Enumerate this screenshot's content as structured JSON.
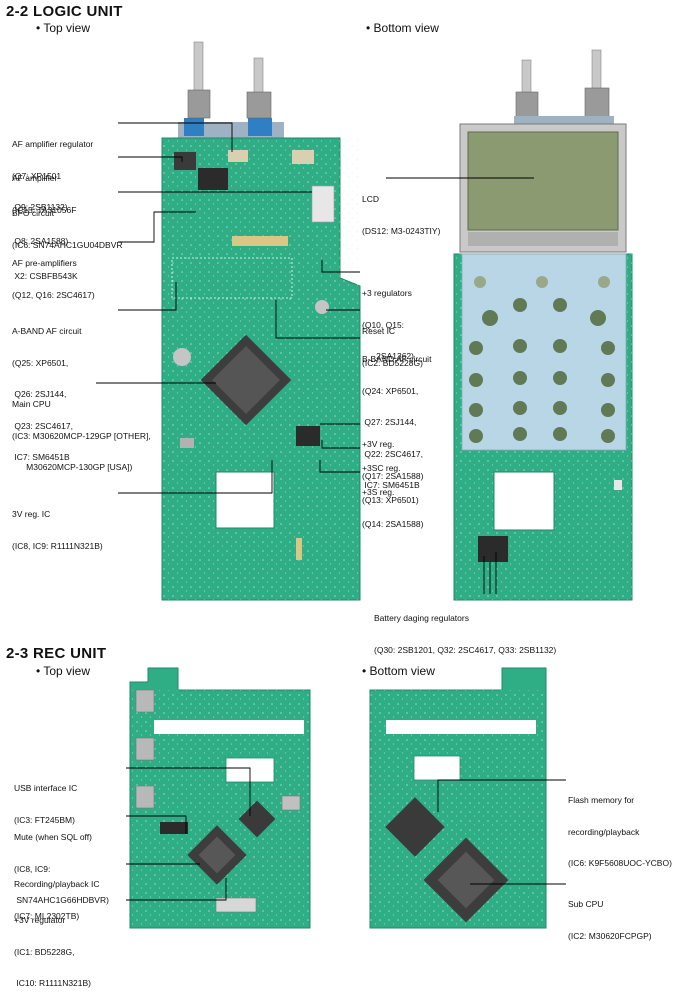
{
  "sections": {
    "logic": {
      "title": "2-2  LOGIC UNIT",
      "top_view": "• Top view",
      "bottom_view": "• Bottom view"
    },
    "rec": {
      "title": "2-3  REC UNIT",
      "top_view": "• Top view",
      "bottom_view": "• Bottom view"
    }
  },
  "logic_labels": {
    "af_amp_reg": {
      "title": "AF amplifier regulator",
      "l1": "(Q7: XP1501",
      "l2": " Q9: 2SB1132)"
    },
    "af_amp": {
      "title": "AF amplifier",
      "l1": "(IC15: TA31056F",
      "l2": " Q8: 2SA1588)"
    },
    "bfo": {
      "title": "BFO circuit",
      "l1": "(IC6: SN74AHC1GU04DBVR",
      "l2": " X2: CSBFB543K"
    },
    "af_preamp": {
      "title": "AF pre-amplifiers",
      "l1": "(Q12, Q16: 2SC4617)"
    },
    "aband": {
      "title": "A-BAND AF circuit",
      "l1": "(Q25: XP6501,",
      "l2": " Q26: 2SJ144,",
      "l3": " Q23: 2SC4617,",
      "l4": " IC7: SM6451B"
    },
    "main_cpu": {
      "title": "Main CPU",
      "l1": "(IC3: M30620MCP-129GP [OTHER],",
      "l2": "      M30620MCP-130GP [USA])"
    },
    "v3reg_ic": {
      "title": "3V reg. IC",
      "l1": "(IC8, IC9: R1111N321B)"
    },
    "lcd": {
      "title": "LCD",
      "l1": "(DS12: M3-0243TIY)"
    },
    "p3reg": {
      "title": "+3 regulators",
      "l1": "(Q10, Q15:",
      "l2": "      2SA1362)"
    },
    "reset": {
      "title": "Reset IC",
      "l1": "(IC2: BD5228G)"
    },
    "bband": {
      "title": "B-BAND AF circuit",
      "l1": "(Q24: XP6501,",
      "l2": " Q27: 2SJ144,",
      "l3": " Q22: 2SC4617,",
      "l4": " IC7: SM6451B"
    },
    "p3v": {
      "title": "+3V reg.",
      "l1": "(Q17: 2SA1588)"
    },
    "p3sc": {
      "title": "+3SC reg.",
      "l1": "(Q13: XP6501)"
    },
    "p3s": {
      "title": "+3S reg.",
      "l1": "(Q14: 2SA1588)"
    },
    "battery": {
      "title": "Battery daging regulators",
      "l1": "(Q30: 2SB1201, Q32: 2SC4617, Q33: 2SB1132)"
    }
  },
  "rec_labels": {
    "usb": {
      "title": "USB interface IC",
      "l1": "(IC3: FT245BM)"
    },
    "mute": {
      "title": "Mute (when SQL off)",
      "l1": "(IC8, IC9:",
      "l2": " SN74AHC1G66HDBVR)"
    },
    "recplay": {
      "title": "Recording/playback IC",
      "l1": "(IC7: ML2302TB)"
    },
    "p3vreg": {
      "title": "+3V regulator",
      "l1": "(IC1: BD5228G,",
      "l2": " IC10: R1111N321B)"
    },
    "flash": {
      "title": "Flash memory for",
      "l1": "recording/playback",
      "l2": "(IC6: K9F5608UOC-YCBO)"
    },
    "subcpu": {
      "title": "Sub CPU",
      "l1": "(IC2: M30620FCPGP)"
    }
  },
  "colors": {
    "pcb": "#2fae86",
    "pcb_dark": "#1f8a67",
    "lcd_frame": "#c9c9c9",
    "lcd_glass": "#8c9a72",
    "keypad": "#b8d6e6",
    "knob_blue": "#2f7fc4"
  }
}
